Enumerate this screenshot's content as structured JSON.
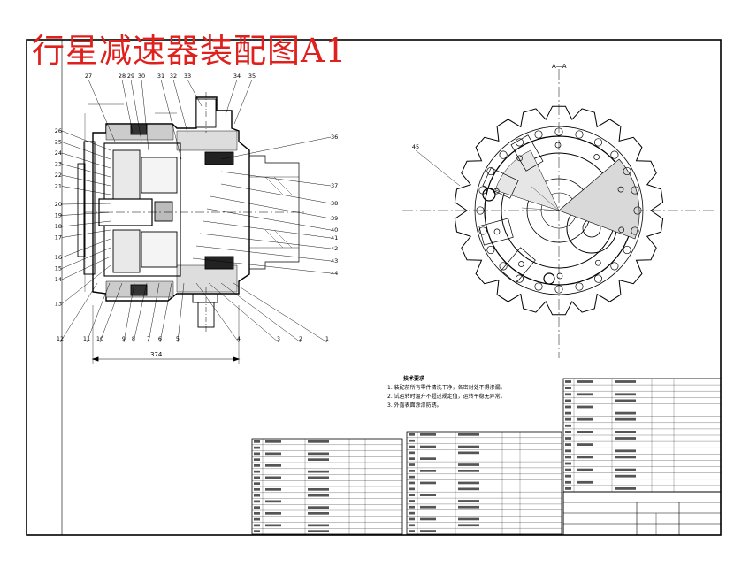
{
  "title": "行星减速器装配图A1",
  "section_label": "A—A",
  "dimension_label": "374",
  "notes": {
    "heading": "技术要求",
    "items": [
      "1. 装配前所有零件清洗干净，各密封处不得渗漏。",
      "2. 试运转时温升不超过规定值，运转平稳无异常。",
      "3. 外露表面涂漆防锈。"
    ]
  },
  "balloons": {
    "top": [
      "27",
      "28",
      "29",
      "30",
      "31",
      "32",
      "33",
      "34",
      "35"
    ],
    "left": [
      "26",
      "25",
      "24",
      "23",
      "22",
      "21",
      "20",
      "19",
      "18",
      "17",
      "16",
      "15",
      "14",
      "13"
    ],
    "bottom": [
      "12",
      "11",
      "10",
      "9",
      "8",
      "7",
      "6",
      "5",
      "4",
      "3",
      "2",
      "1"
    ],
    "right": [
      "36",
      "37",
      "38",
      "39",
      "40",
      "41",
      "42",
      "43",
      "44"
    ],
    "section": "45"
  }
}
